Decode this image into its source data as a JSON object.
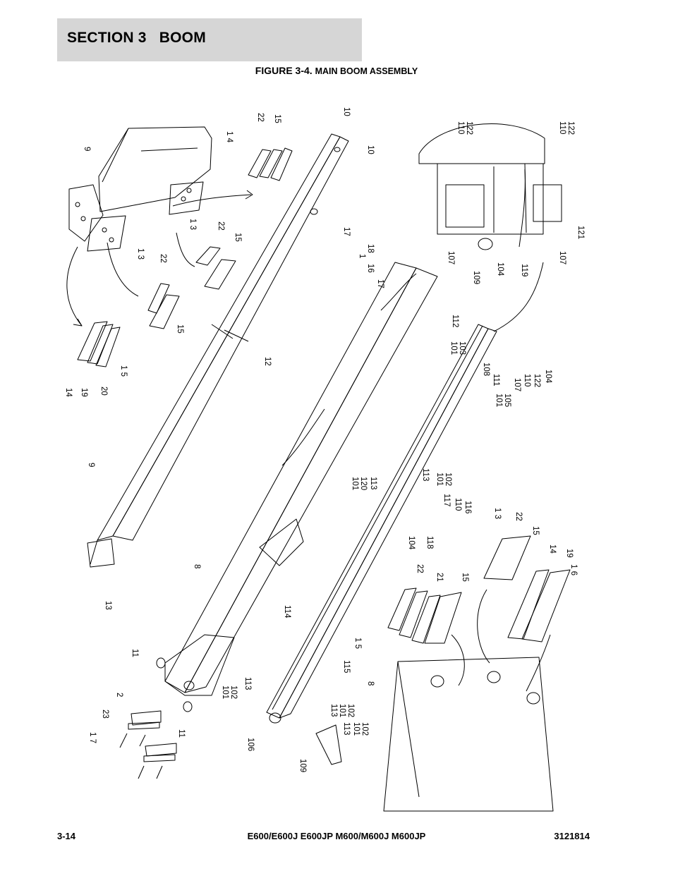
{
  "header": {
    "section": "SECTION 3",
    "title": "BOOM"
  },
  "figure": {
    "label": "FIGURE 3-4.",
    "title": "MAIN BOOM ASSEMBLY"
  },
  "callouts": [
    "9",
    "1 4",
    "22",
    "15",
    "10",
    "10",
    "1 3",
    "22",
    "15",
    "1 3",
    "22",
    "15",
    "17",
    "1",
    "18",
    "16",
    "17",
    "12",
    "14",
    "19",
    "20",
    "1 5",
    "9",
    "8",
    "13",
    "11",
    "11",
    "2",
    "23",
    "1 7",
    "101",
    "102",
    "113",
    "106",
    "109",
    "113",
    "101",
    "102",
    "113",
    "101",
    "102",
    "114",
    "115",
    "8",
    "1 5",
    "22",
    "21",
    "15",
    "1 3",
    "22",
    "15",
    "14",
    "19",
    "1 6",
    "101",
    "120",
    "113",
    "113",
    "101",
    "102",
    "117",
    "110",
    "116",
    "104",
    "118",
    "108",
    "111",
    "101",
    "105",
    "107",
    "110",
    "122",
    "104",
    "112",
    "101",
    "103",
    "110",
    "122",
    "110",
    "122",
    "107",
    "109",
    "104",
    "119",
    "107",
    "121"
  ],
  "footer": {
    "page": "3-14",
    "models": "E600/E600J E600JP M600/M600J M600JP",
    "doc_number": "3121814"
  }
}
